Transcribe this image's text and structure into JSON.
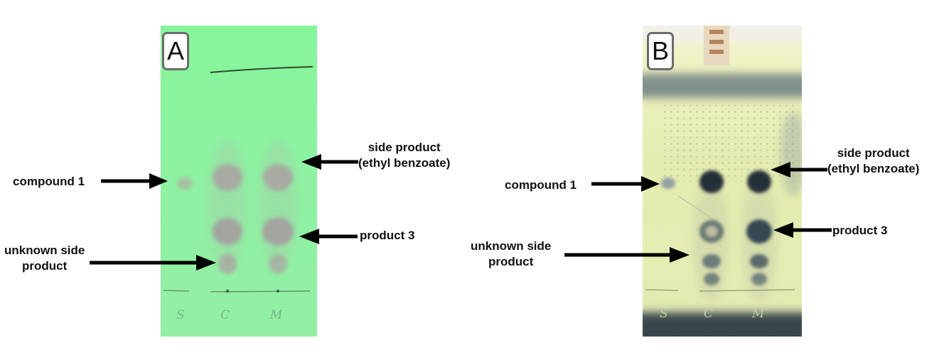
{
  "panels": {
    "a": {
      "label": "A",
      "plate_color": "#8df3a1",
      "lane_marks": [
        "S",
        "C",
        "M"
      ]
    },
    "b": {
      "label": "B",
      "plate_color": "#e4ecaf",
      "lane_marks": [
        "S",
        "C",
        "M"
      ]
    }
  },
  "annotations": {
    "compound_1": "compound 1",
    "unknown_side_product_line1": "unknown side",
    "unknown_side_product_line2": "product",
    "side_product_line1": "side product",
    "side_product_line2": "(ethyl benzoate)",
    "product_3": "product 3"
  },
  "colors": {
    "spot_a": "#a8a8a0",
    "spot_b": "#1a2630",
    "arrow": "#000000"
  }
}
